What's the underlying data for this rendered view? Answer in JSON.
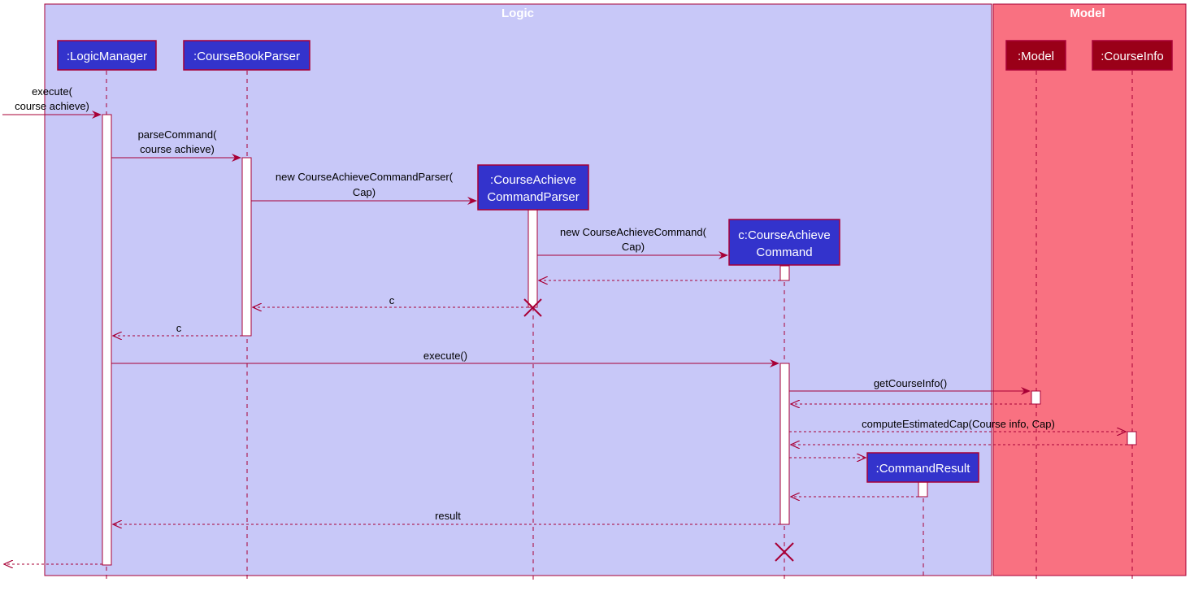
{
  "groups": {
    "logic": {
      "title": "Logic",
      "color": "#C8C8F8"
    },
    "model": {
      "title": "Model",
      "color": "#F97181"
    }
  },
  "participants": {
    "logic_manager": ":LogicManager",
    "course_book_parser": ":CourseBookParser",
    "course_achieve_command_parser": [
      ":CourseAchieve",
      "CommandParser"
    ],
    "course_achieve_command": [
      "c:CourseAchieve",
      "Command"
    ],
    "command_result": ":CommandResult",
    "model": ":Model",
    "course_info": ":CourseInfo"
  },
  "messages": {
    "execute_in": [
      "execute(",
      "course achieve)"
    ],
    "parse_command": [
      "parseCommand(",
      "course achieve)"
    ],
    "new_parser": [
      "new CourseAchieveCommandParser(",
      "Cap)"
    ],
    "new_command": [
      "new CourseAchieveCommand(",
      "Cap)"
    ],
    "return_c_1": "c",
    "return_c_2": "c",
    "execute": "execute()",
    "get_course_info": "getCourseInfo()",
    "compute_cap": "computeEstimatedCap(Course info, Cap)",
    "result": "result"
  },
  "colors": {
    "logic_box": "#3333CC",
    "model_box": "#9A0018",
    "line": "#A80036"
  }
}
